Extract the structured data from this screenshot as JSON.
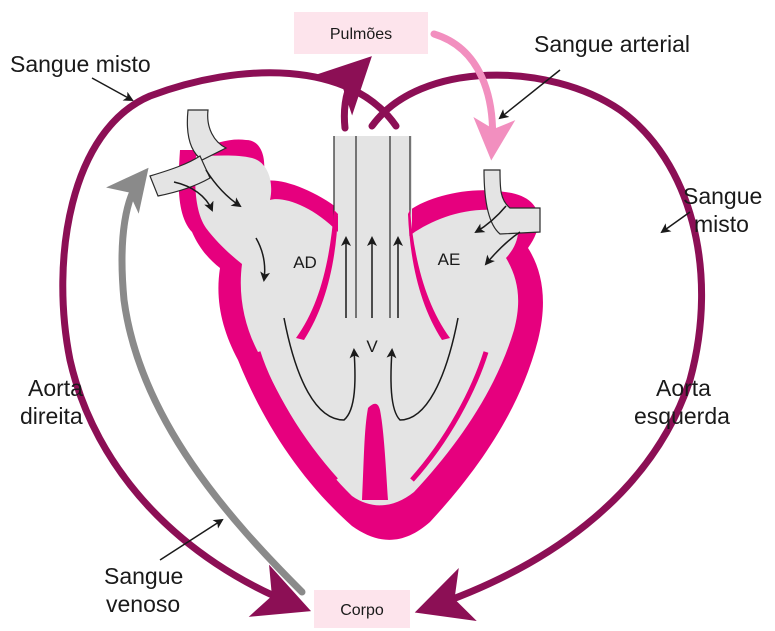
{
  "boxes": {
    "top": "Pulmões",
    "bottom": "Corpo"
  },
  "labels": {
    "sangue_misto_left": "Sangue misto",
    "sangue_arterial": "Sangue arterial",
    "sangue_misto_right_1": "Sangue",
    "sangue_misto_right_2": "misto",
    "aorta_direita_1": "Aorta",
    "aorta_direita_2": "direita",
    "aorta_esquerda_1": "Aorta",
    "aorta_esquerda_2": "esquerda",
    "sangue_venoso_1": "Sangue",
    "sangue_venoso_2": "venoso"
  },
  "chambers": {
    "right_atrium": "AD",
    "left_atrium": "AE",
    "ventricle": "V"
  },
  "colors": {
    "aorta": "#8c0f55",
    "heart_wall": "#e6007e",
    "heart_fill": "#e4e4e4",
    "venous": "#8a8a8a",
    "arterial": "#f28fbf",
    "box_fill": "#fde4ec"
  }
}
